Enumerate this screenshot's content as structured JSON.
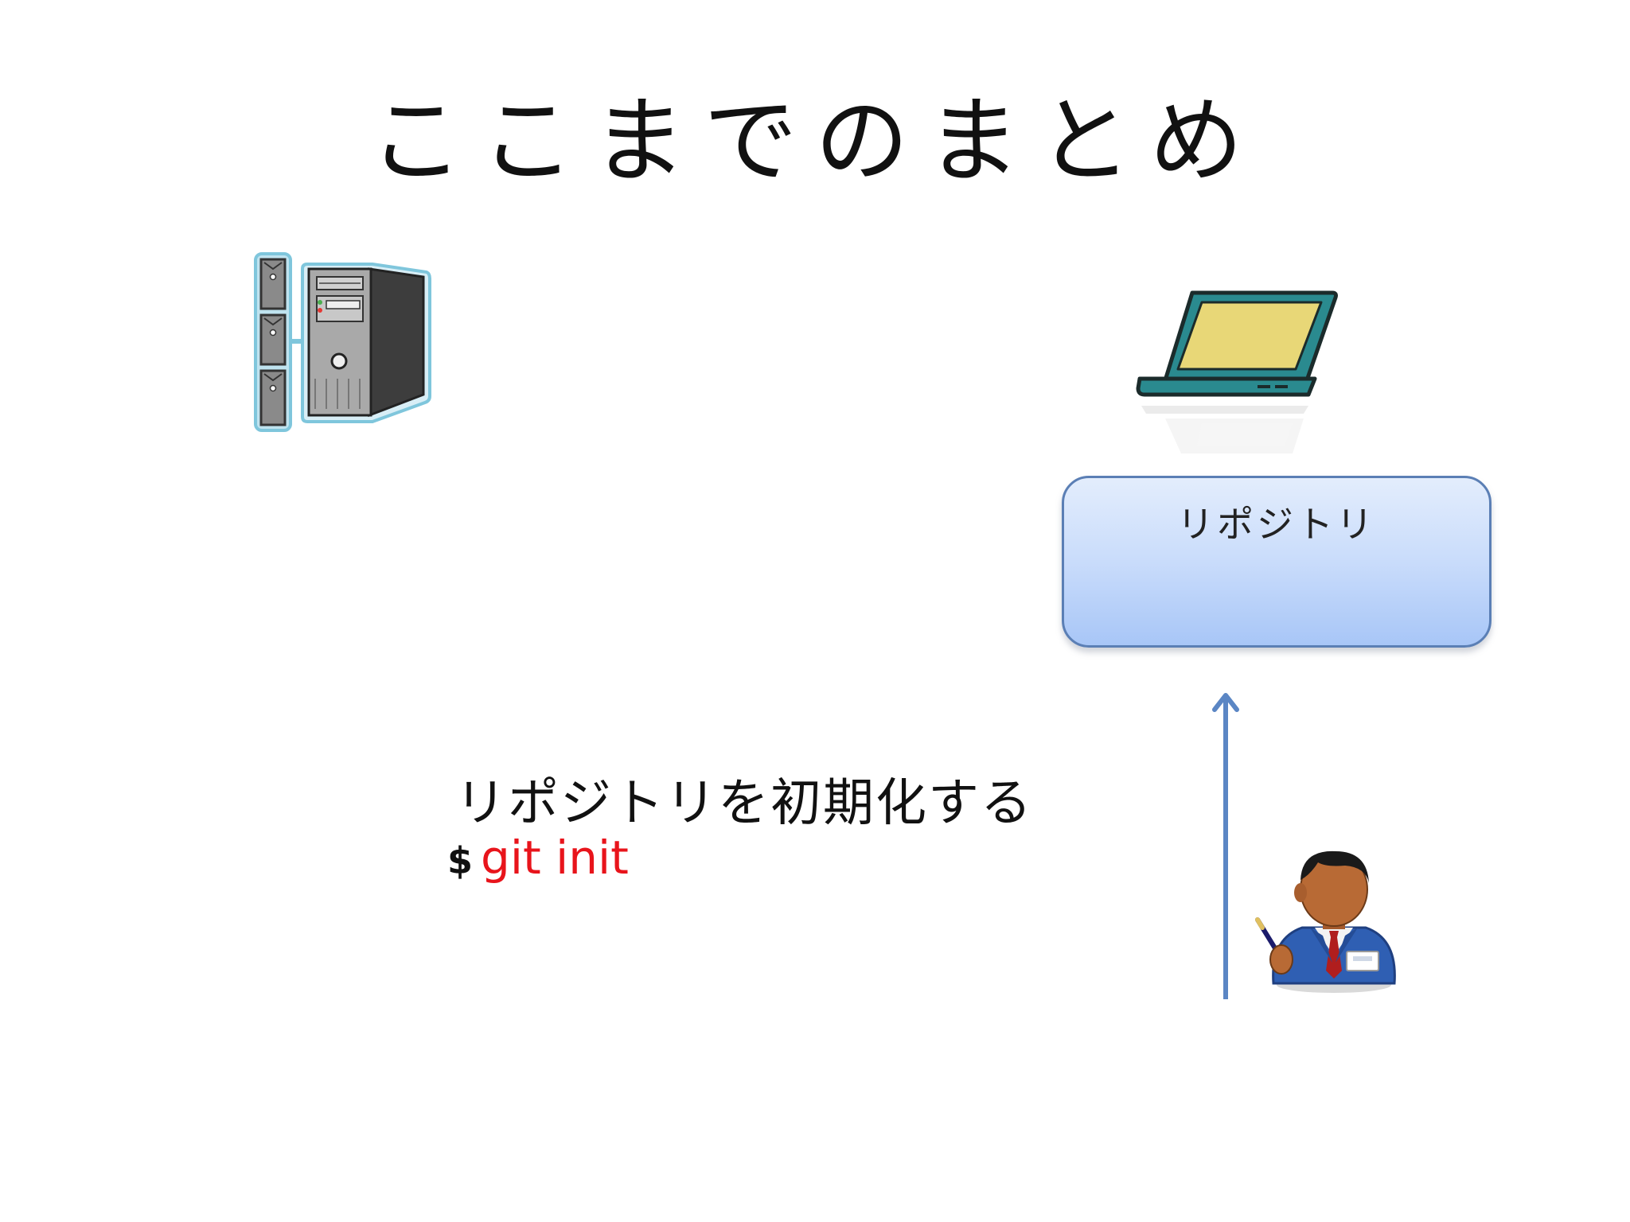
{
  "slide": {
    "title": "ここまでのまとめ"
  },
  "repository": {
    "label": "リポジトリ"
  },
  "instruction": {
    "caption": "リポジトリを初期化する",
    "prompt": "$",
    "command": "git init"
  },
  "colors": {
    "command_text": "#e8141b",
    "arrow": "#5b86c4",
    "repo_border": "#5b7fb5",
    "repo_fill_top": "#e3edfc",
    "repo_fill_bottom": "#a8c6f7",
    "laptop_body": "#2a8a8f",
    "laptop_screen": "#e8d777",
    "server_outline": "#7fc6dc"
  },
  "icons": {
    "server": "server-tower-icon",
    "laptop": "laptop-icon",
    "user": "user-person-icon"
  }
}
